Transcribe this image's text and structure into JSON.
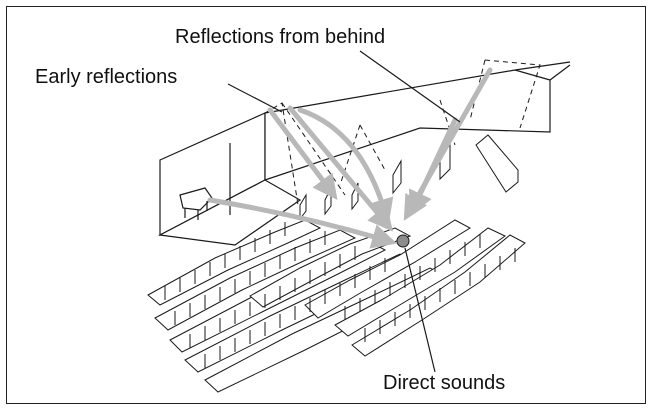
{
  "labels": {
    "reflections_from_behind": "Reflections from behind",
    "early_reflections": "Early reflections",
    "direct_sounds": "Direct sounds"
  },
  "colors": {
    "line": "#1a1a1a",
    "arrow": "#b8b8b8",
    "listener": "#8c8c8c",
    "wall": "#ffffff"
  },
  "icons": {
    "piano": "piano-icon",
    "listener": "listener-head-icon"
  }
}
